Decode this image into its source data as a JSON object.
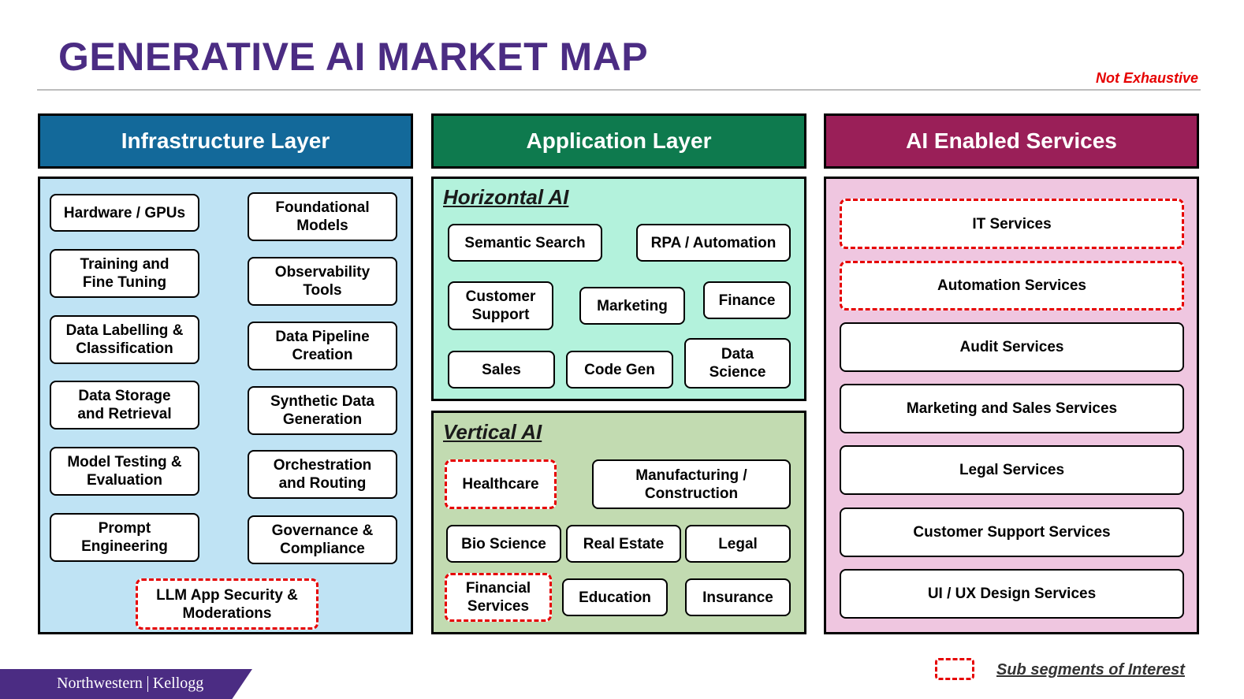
{
  "title": "GENERATIVE AI MARKET MAP",
  "note": "Not Exhaustive",
  "colors": {
    "title": "#4b2c83",
    "infra_header": "#13699a",
    "app_header": "#0e7a4e",
    "services_header": "#9a1f58",
    "infra_bg": "#bfe3f4",
    "horizontal_bg": "#b3f2dc",
    "vertical_bg": "#c2dbb1",
    "services_bg": "#efc6e0",
    "interest_border": "#e60000"
  },
  "columns": {
    "infrastructure": {
      "header": "Infrastructure Layer",
      "items": [
        {
          "label": "Hardware / GPUs",
          "interest": false
        },
        {
          "label": "Foundational\nModels",
          "interest": false
        },
        {
          "label": "Training and\nFine Tuning",
          "interest": false
        },
        {
          "label": "Observability\nTools",
          "interest": false
        },
        {
          "label": "Data Labelling &\nClassification",
          "interest": false
        },
        {
          "label": "Data Pipeline\nCreation",
          "interest": false
        },
        {
          "label": "Data Storage\nand Retrieval",
          "interest": false
        },
        {
          "label": "Synthetic Data\nGeneration",
          "interest": false
        },
        {
          "label": "Model Testing &\nEvaluation",
          "interest": false
        },
        {
          "label": "Orchestration\nand Routing",
          "interest": false
        },
        {
          "label": "Prompt\nEngineering",
          "interest": false
        },
        {
          "label": "Governance &\nCompliance",
          "interest": false
        },
        {
          "label": "LLM App Security &\nModerations",
          "interest": true
        }
      ]
    },
    "application": {
      "header": "Application Layer",
      "horizontal": {
        "title": "Horizontal AI",
        "items": [
          {
            "label": "Semantic Search",
            "interest": false
          },
          {
            "label": "RPA / Automation",
            "interest": false
          },
          {
            "label": "Customer\nSupport",
            "interest": false
          },
          {
            "label": "Marketing",
            "interest": false
          },
          {
            "label": "Finance",
            "interest": false
          },
          {
            "label": "Sales",
            "interest": false
          },
          {
            "label": "Code Gen",
            "interest": false
          },
          {
            "label": "Data\nScience",
            "interest": false
          }
        ]
      },
      "vertical": {
        "title": "Vertical AI",
        "items": [
          {
            "label": "Healthcare",
            "interest": true
          },
          {
            "label": "Manufacturing /\nConstruction",
            "interest": false
          },
          {
            "label": "Bio Science",
            "interest": false
          },
          {
            "label": "Real Estate",
            "interest": false
          },
          {
            "label": "Legal",
            "interest": false
          },
          {
            "label": "Financial\nServices",
            "interest": true
          },
          {
            "label": "Education",
            "interest": false
          },
          {
            "label": "Insurance",
            "interest": false
          }
        ]
      }
    },
    "services": {
      "header": "AI Enabled Services",
      "items": [
        {
          "label": "IT Services",
          "interest": true
        },
        {
          "label": "Automation Services",
          "interest": true
        },
        {
          "label": "Audit Services",
          "interest": false
        },
        {
          "label": "Marketing and Sales Services",
          "interest": false
        },
        {
          "label": "Legal Services",
          "interest": false
        },
        {
          "label": "Customer Support Services",
          "interest": false
        },
        {
          "label": "UI / UX Design Services",
          "interest": false
        }
      ]
    }
  },
  "legend": {
    "label": "Sub segments of Interest"
  },
  "footer": {
    "brand_left": "Northwestern",
    "brand_right": "Kellogg"
  }
}
